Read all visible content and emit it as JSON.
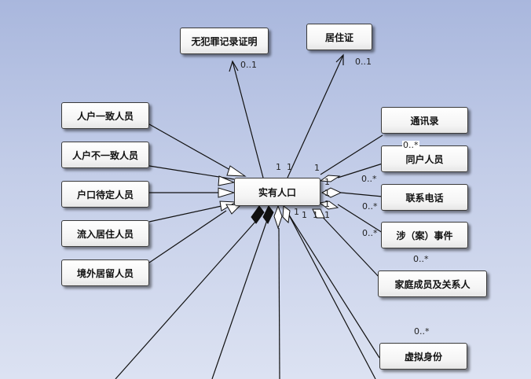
{
  "center": {
    "name": "实有人口"
  },
  "entities": {
    "criminal_record": "无犯罪记录证明",
    "residence_permit": "居住证",
    "consistent": "人户一致人员",
    "inconsistent": "人户不一致人员",
    "pending": "户口待定人员",
    "inflow": "流入居住人员",
    "overseas": "境外居留人员",
    "contacts": "通讯录",
    "household": "同户人员",
    "phone": "联系电话",
    "incident": "涉（案）事件",
    "family": "家庭成员及关系人",
    "virtual": "虚拟身份"
  },
  "multiplicities": {
    "criminal_target": "0..1",
    "residence_target": "0..1",
    "center_top_a": "1",
    "center_top_b": "1",
    "contacts_source": "1",
    "contacts_target": "0..*",
    "household_source": "1",
    "household_target": "0..*",
    "phone_source": "1",
    "phone_target": "0..*",
    "incident_source": "1",
    "incident_target": "0..*",
    "family_source": "1",
    "family_target": "0..*",
    "virtual_source": "1",
    "virtual_target": "0..*",
    "bottom_1": "1",
    "bottom_2": "1"
  }
}
